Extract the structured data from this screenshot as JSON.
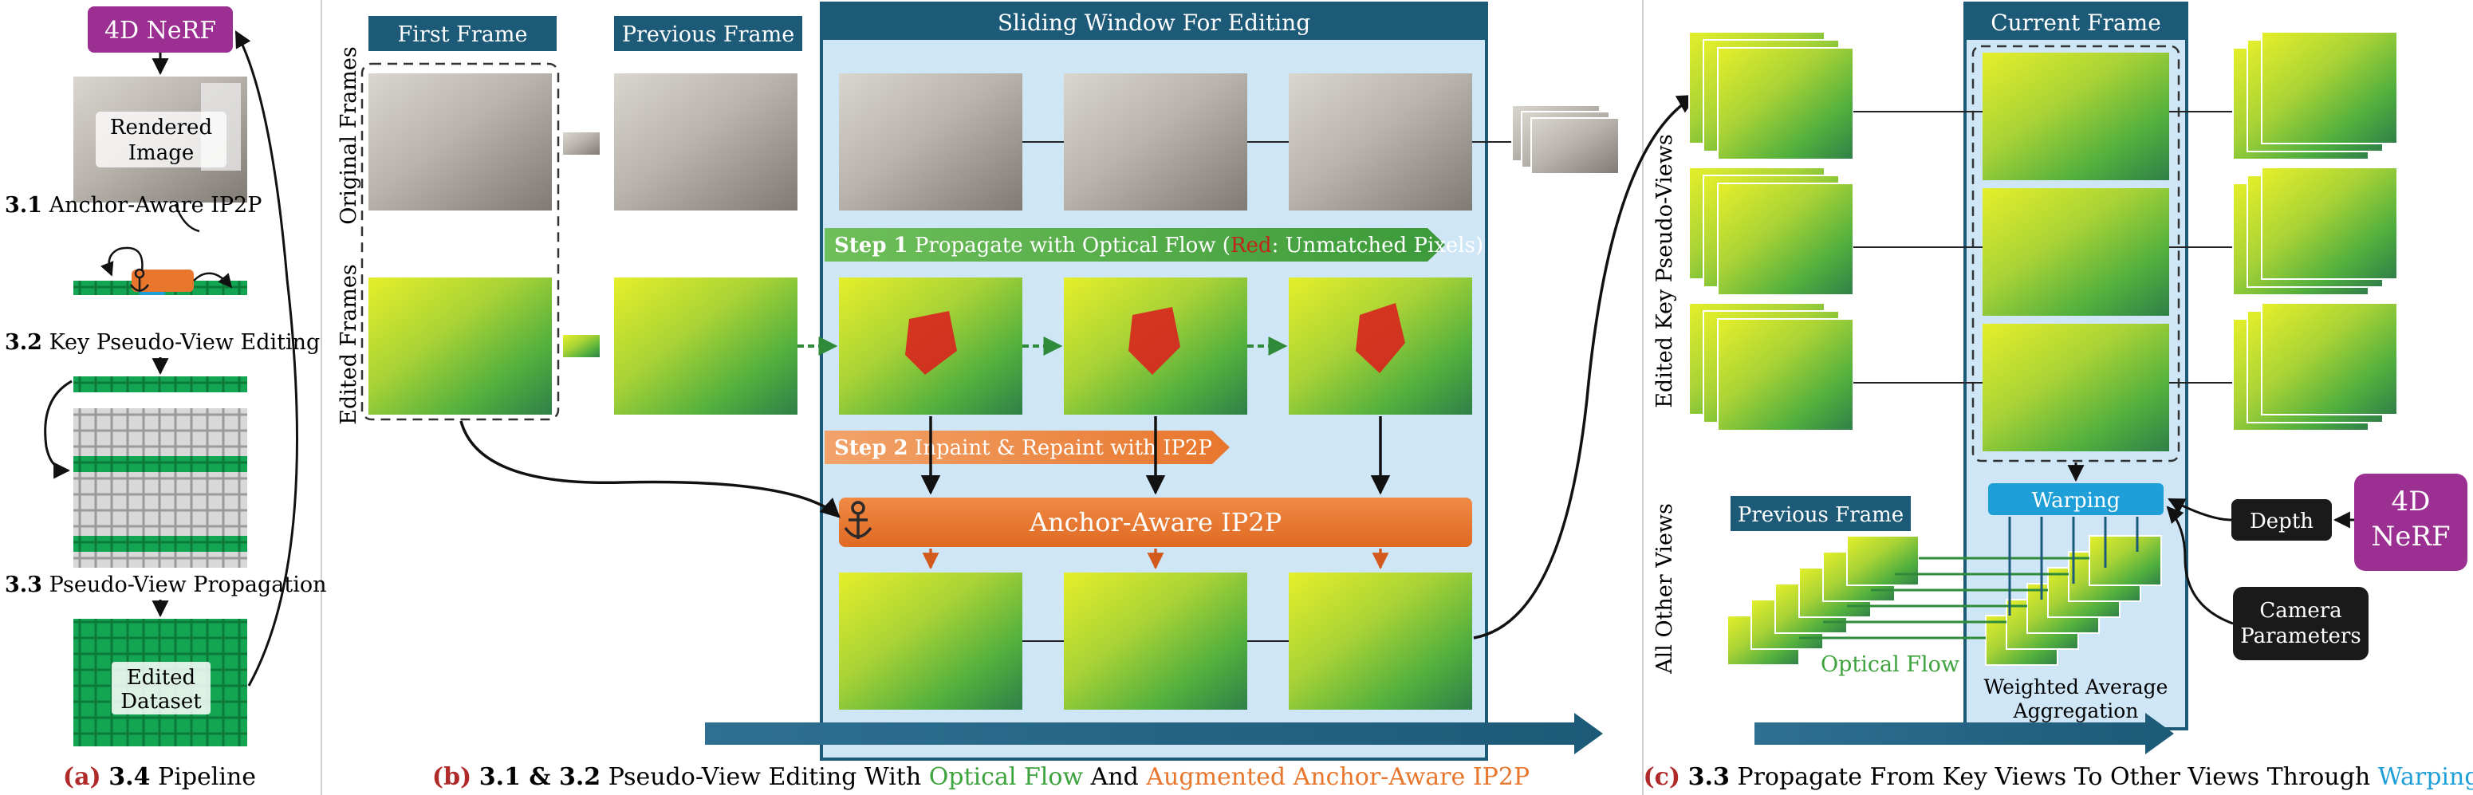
{
  "panels": {
    "a": {
      "nerf": "4D NeRF",
      "rendered": [
        "Rendered",
        "Image"
      ],
      "s31": {
        "num": "3.1",
        "text": "Anchor-Aware IP2P"
      },
      "s32": {
        "num": "3.2",
        "text": "Key Pseudo-View Editing"
      },
      "s33": {
        "num": "3.3",
        "text": "Pseudo-View Propagation"
      },
      "edited": [
        "Edited",
        "Dataset"
      ],
      "caption": {
        "tag": "(a)",
        "num": "3.4",
        "text": "Pipeline"
      }
    },
    "b": {
      "first_frame": "First Frame",
      "previous_frame": "Previous Frame",
      "window": "Sliding Window For Editing",
      "row_original": "Original Frames",
      "row_edited": "Edited Frames",
      "step1": {
        "label": "Step 1",
        "text": "Propagate with Optical Flow (",
        "red": "Red",
        "rest": ": Unmatched Pixels)"
      },
      "step2": {
        "label": "Step 2",
        "text": "Inpaint & Repaint with IP2P"
      },
      "anchor": "Anchor-Aware IP2P",
      "caption": {
        "tag": "(b)",
        "num": "3.1 & 3.2",
        "pre": "Pseudo-View Editing With ",
        "flow": "Optical Flow",
        "mid": " And ",
        "aug": "Augmented Anchor-Aware IP2P"
      }
    },
    "c": {
      "current_frame": "Current Frame",
      "edited_key": "Edited Key Pseudo-Views",
      "all_other": "All Other Views",
      "previous_frame": "Previous Frame",
      "warping": "Warping",
      "depth": "Depth",
      "nerf": [
        "4D",
        "NeRF"
      ],
      "camera": [
        "Camera",
        "Parameters"
      ],
      "optical_flow": "Optical Flow",
      "weighted": [
        "Weighted Average",
        "Aggregation"
      ],
      "caption": {
        "tag": "(c)",
        "num": "3.3",
        "pre": "Propagate From Key Views To Other Views Through ",
        "warp": "Warping"
      }
    }
  },
  "colors": {
    "navy": "#1d5a78",
    "magenta": "#9b2f92",
    "orange": "#e8762c",
    "green": "#3e9c3e",
    "flow_green": "#3da33d",
    "aug_orange": "#e8762c",
    "warp_blue": "#1e9fd8",
    "window_fill": "#cfe6f7",
    "tag_red": "#b02a2a",
    "edit_green": "#0e9a4a"
  },
  "icons": [
    "anchor-icon",
    "arrow-icon"
  ]
}
